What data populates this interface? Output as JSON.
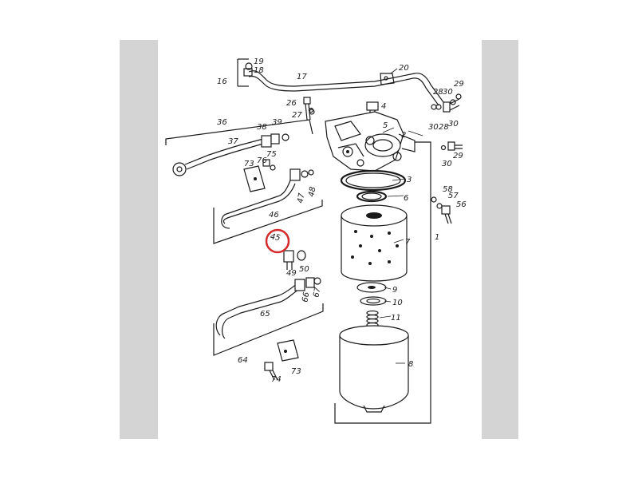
{
  "parts": {
    "p1": "1",
    "p2": "2",
    "p3": "3",
    "p4": "4",
    "p5": "5",
    "p6": "6",
    "p7": "7",
    "p8": "8",
    "p9": "9",
    "p10": "10",
    "p11": "11",
    "p16": "16",
    "p17": "17",
    "p18": "18",
    "p19": "19",
    "p20": "20",
    "p26": "26",
    "p27": "27",
    "p28": "28",
    "p28b": "28",
    "p29": "29",
    "p29b": "29",
    "p30": "30",
    "p30b": "30",
    "p30c": "30",
    "p30d": "30",
    "p36": "36",
    "p37": "37",
    "p38": "38",
    "p39": "39",
    "p45": "45",
    "p46": "46",
    "p47": "47",
    "p48": "48",
    "p49": "49",
    "p50": "50",
    "p56": "56",
    "p57": "57",
    "p58": "58",
    "p64": "64",
    "p65": "65",
    "p66": "66",
    "p67": "67",
    "p73": "73",
    "p73b": "73",
    "p74": "74",
    "p75": "75",
    "p76": "76"
  },
  "highlight": {
    "part": "45",
    "color": "#d42a2a"
  },
  "colors": {
    "ink": "#1a1a1a",
    "gutter": "#d4d4d4",
    "paper": "#ffffff"
  }
}
